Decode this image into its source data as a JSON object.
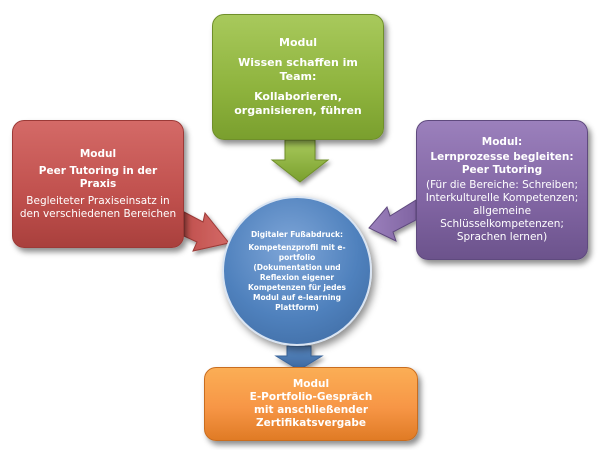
{
  "module_top": {
    "heading": "Modul",
    "title": "Wissen schaffen im Team:",
    "description": "Kollaborieren, organisieren, führen"
  },
  "module_left": {
    "heading": "Modul",
    "title": "Peer Tutoring in der Praxis",
    "description": "Begleiteter Praxiseinsatz in den verschiedenen Bereichen"
  },
  "module_right": {
    "heading": "Modul:",
    "title": "Lernprozesse begleiten: Peer Tutoring",
    "description": "(Für die Bereiche: Schreiben; Interkulturelle Kompetenzen; allgemeine Schlüsselkompetenzen; Sprachen lernen)"
  },
  "center": {
    "title": "Digitaler Fußabdruck:",
    "subtitle": "Kompetenzprofil mit e-portfolio",
    "description": "(Dokumentation und Reflexion eigener Kompetenzen für jedes Modul auf e-learning Plattform)"
  },
  "module_bottom": {
    "heading": "Modul",
    "title": "E-Portfolio-Gespräch",
    "description": "mit anschließender Zertifikatsvergabe"
  },
  "colors": {
    "green": "#9bbb59",
    "red": "#c0504d",
    "purple": "#8064a2",
    "blue": "#4f81bd",
    "orange": "#f79646"
  }
}
